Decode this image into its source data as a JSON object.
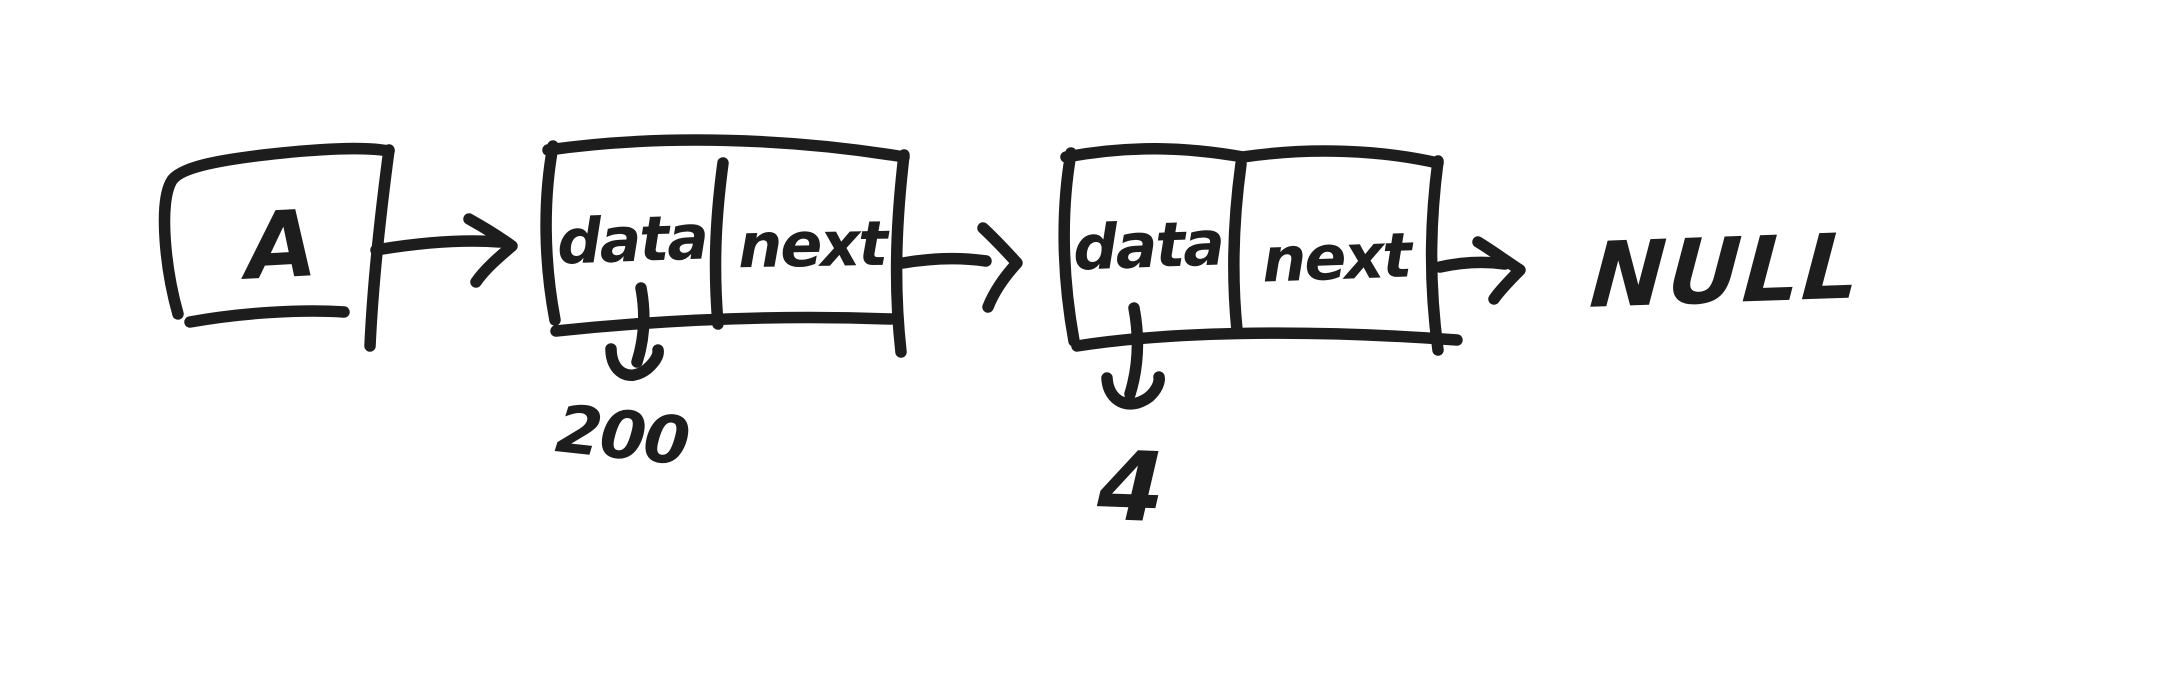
{
  "diagram": {
    "kind": "hand-drawn singly linked list sketch",
    "ink_color": "#1d1d1d",
    "background_color": "#ffffff",
    "head": {
      "label": "A"
    },
    "nodes": [
      {
        "field1": "data",
        "field2": "next",
        "value": "200"
      },
      {
        "field1": "data",
        "field2": "next",
        "value": "4"
      }
    ],
    "terminator": "NULL"
  }
}
